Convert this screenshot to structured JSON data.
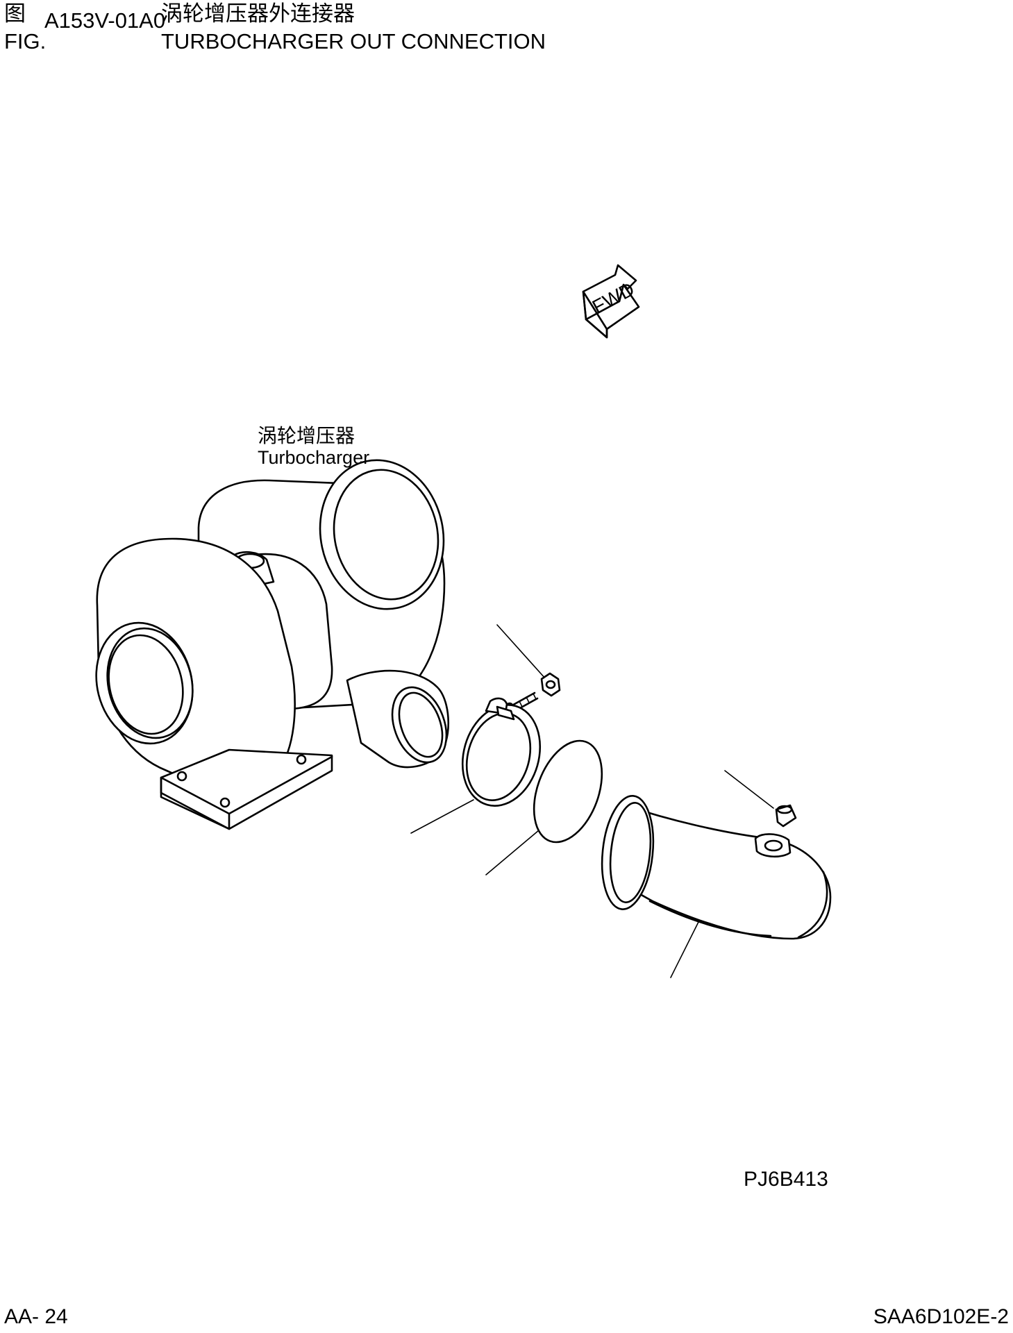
{
  "header": {
    "fig_label_zh": "图",
    "fig_number": "A153V-01A0",
    "title_zh": "涡轮增压器外连接器",
    "fig_label_en": "FIG.",
    "title_en": "TURBOCHARGER OUT CONNECTION"
  },
  "diagram": {
    "fwd_arrow_text": "FWD",
    "callout": {
      "label_zh": "涡轮增压器",
      "label_en": "Turbocharger"
    },
    "parts": [
      "turbocharger",
      "nut",
      "bolt",
      "clamp",
      "o-ring",
      "elbow-pipe",
      "plug"
    ],
    "illustration_code": "PJ6B413"
  },
  "footer": {
    "page_number": "AA- 24",
    "doc_code": "SAA6D102E-2"
  }
}
